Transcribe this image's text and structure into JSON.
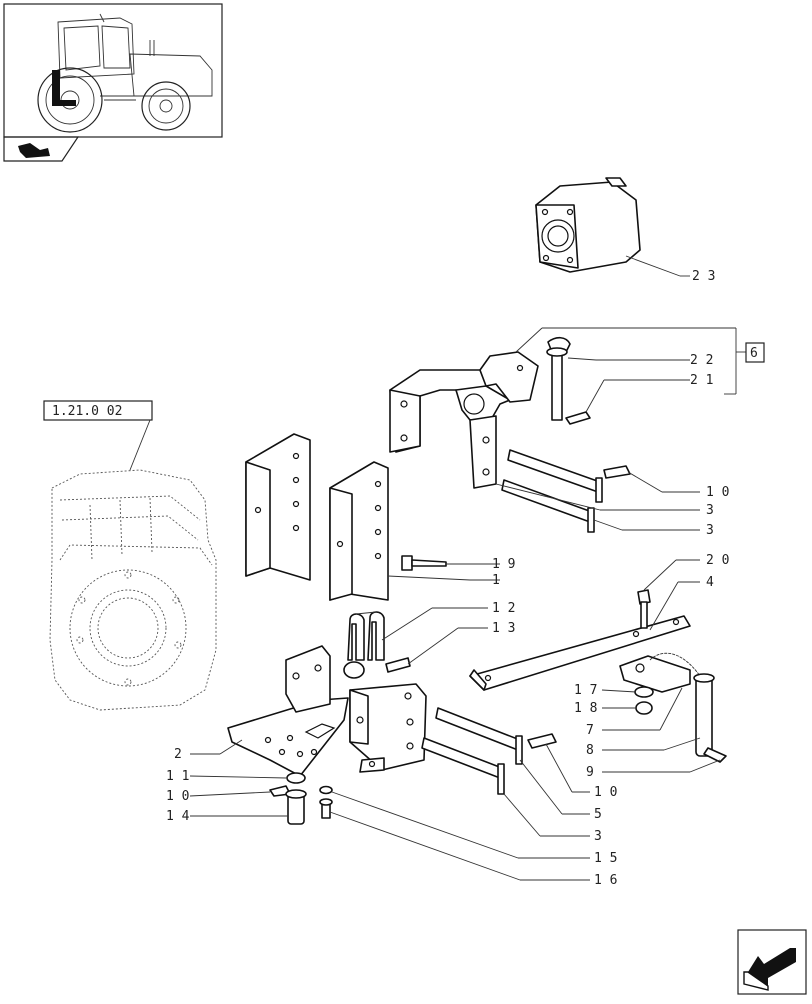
{
  "reference_box": "1.21.0 02",
  "group_box": "6",
  "callouts": [
    {
      "id": "c23",
      "label": "2 3"
    },
    {
      "id": "c22",
      "label": "2 2"
    },
    {
      "id": "c21",
      "label": "2 1"
    },
    {
      "id": "c10a",
      "label": "1 0"
    },
    {
      "id": "c3a",
      "label": "3"
    },
    {
      "id": "c3b",
      "label": "3"
    },
    {
      "id": "c19",
      "label": "1 9"
    },
    {
      "id": "c1",
      "label": "1"
    },
    {
      "id": "c20",
      "label": "2 0"
    },
    {
      "id": "c4",
      "label": "4"
    },
    {
      "id": "c12",
      "label": "1 2"
    },
    {
      "id": "c13",
      "label": "1 3"
    },
    {
      "id": "c17",
      "label": "1 7"
    },
    {
      "id": "c18",
      "label": "1 8"
    },
    {
      "id": "c7",
      "label": "7"
    },
    {
      "id": "c2",
      "label": "2"
    },
    {
      "id": "c8",
      "label": "8"
    },
    {
      "id": "c11",
      "label": "1 1"
    },
    {
      "id": "c9",
      "label": "9"
    },
    {
      "id": "c10b",
      "label": "1 0"
    },
    {
      "id": "c10c",
      "label": "1 0"
    },
    {
      "id": "c14",
      "label": "1 4"
    },
    {
      "id": "c5",
      "label": "5"
    },
    {
      "id": "c3c",
      "label": "3"
    },
    {
      "id": "c15",
      "label": "1 5"
    },
    {
      "id": "c16",
      "label": "1 6"
    }
  ],
  "icons": {
    "thumbnail": "tractor-thumbnail-icon",
    "section": "section-bookmark-icon",
    "nav": "next-page-arrow-icon"
  }
}
